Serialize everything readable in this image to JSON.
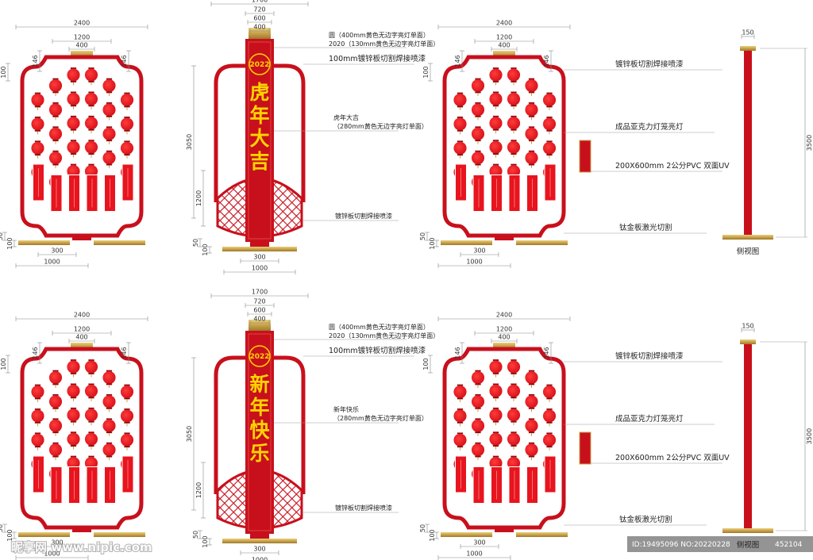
{
  "colors": {
    "frame_red": "#c8101c",
    "lantern_red": "#e8141e",
    "gold": "#c9a24a",
    "banner_text": "#ffd400"
  },
  "dims": {
    "width_2400": "2400",
    "width_1200": "1200",
    "width_400": "400",
    "side_146": "146",
    "top_100": "100",
    "base_50": "50",
    "base_100": "100",
    "base_300": "300",
    "base_1000": "1000",
    "mid_1700": "1700",
    "mid_720": "720",
    "mid_600": "600",
    "mid_400": "400",
    "height_3050": "3050",
    "height_1200": "1200",
    "side_150": "150",
    "side_3500": "3500"
  },
  "banner": {
    "year": "2022",
    "top_text": [
      "虎",
      "年",
      "大",
      "吉"
    ],
    "bottom_text": [
      "新",
      "年",
      "快",
      "乐"
    ]
  },
  "notes": {
    "circle_spec": "圆（400mm黄色无边字亮灯单面）",
    "year_spec": "2020（130mm黄色无边字亮灯单面）",
    "plate_100": "100mm镀锌板切割焊接喷漆",
    "top_slogan": "虎年大吉",
    "bottom_slogan": "新年快乐",
    "slogan_spec": "（280mm黄色无边字亮灯单面）",
    "galv_cut": "镀锌板切割焊接喷漆",
    "galvanized": "镀锌板切割焊接喷漆",
    "acrylic": "成品亚克力灯笼亮灯",
    "pvc": "200X600mm 2公分PVC 双面UV",
    "titanium": "钛金板激光切割",
    "side_view": "侧视图"
  },
  "watermark": {
    "brand": "昵享网 www.nipic.com",
    "id_text": "ID:19495096 NO:20220228",
    "id_tail": "452104"
  }
}
